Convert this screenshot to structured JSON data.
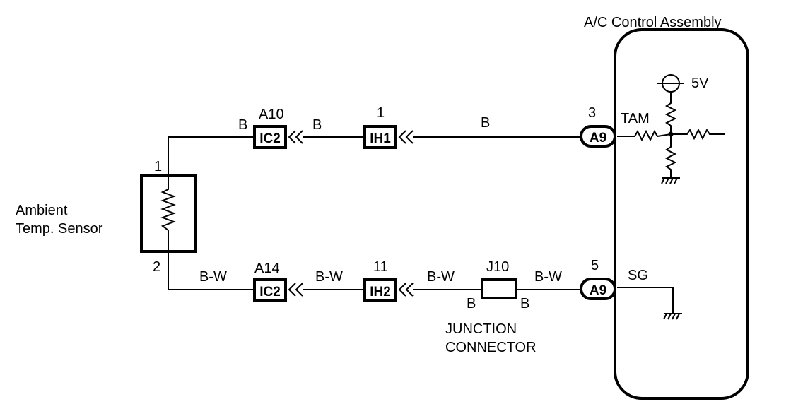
{
  "assembly": {
    "title": "A/C Control Assembly",
    "supply": "5V",
    "tam": "TAM",
    "sg": "SG"
  },
  "sensor": {
    "name_line1": "Ambient",
    "name_line2": "Temp. Sensor",
    "pin_top": "1",
    "pin_bottom": "2"
  },
  "top_line": {
    "sensor_wire": "B",
    "c1": {
      "ref": "A10",
      "label": "IC2"
    },
    "mid_wire": "B",
    "c2": {
      "pin": "1",
      "label": "IH1"
    },
    "right_wire": "B",
    "term": {
      "pin": "3",
      "label": "A9"
    }
  },
  "bottom_line": {
    "sensor_wire": "B-W",
    "c1": {
      "ref": "A14",
      "label": "IC2"
    },
    "mid_wire": "B-W",
    "c2": {
      "pin": "11",
      "label": "IH2"
    },
    "left_junction_wire": "B-W",
    "junction": {
      "ref": "J10",
      "side_left": "B",
      "side_right": "B",
      "caption_line1": "JUNCTION",
      "caption_line2": "CONNECTOR"
    },
    "right_wire": "B-W",
    "term": {
      "pin": "5",
      "label": "A9"
    }
  }
}
